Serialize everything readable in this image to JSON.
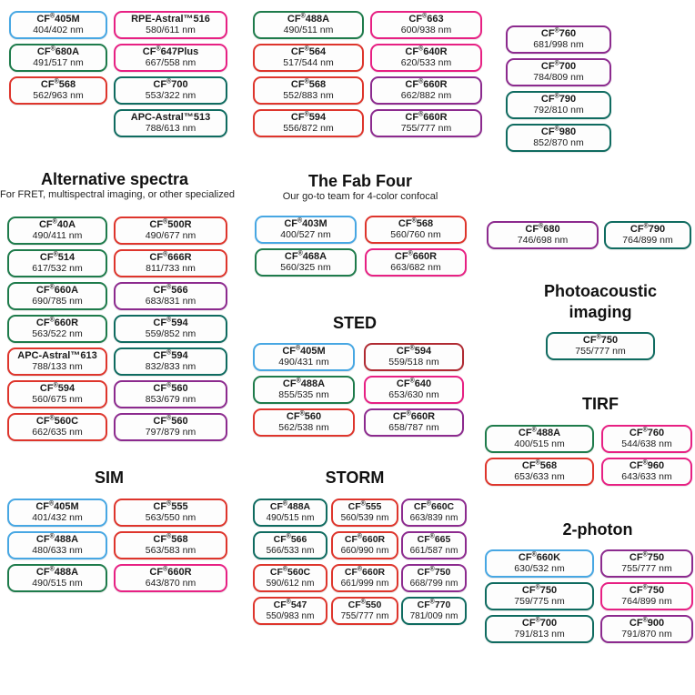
{
  "palette": {
    "blue": "#47A7E3",
    "green": "#1E7B4B",
    "teal": "#0F6B60",
    "red": "#DE352C",
    "darkred": "#B02A32",
    "pink": "#E72083",
    "purple": "#8C2A8E"
  },
  "top": {
    "col1": [
      {
        "name": "CF®405M",
        "nm": "404/402 nm",
        "color": "blue"
      },
      {
        "name": "CF®680A",
        "nm": "491/517 nm",
        "color": "green"
      },
      {
        "name": "CF®568",
        "nm": "562/963 nm",
        "color": "red"
      }
    ],
    "col2": [
      {
        "name": "RPE-Astral™516",
        "nm": "580/611 nm",
        "color": "pink"
      },
      {
        "name": "CF®647Plus",
        "nm": "667/558 nm",
        "color": "pink"
      },
      {
        "name": "CF®700",
        "nm": "553/322 nm",
        "color": "teal"
      },
      {
        "name": "APC-Astral™513",
        "nm": "788/613 nm",
        "color": "teal"
      }
    ],
    "col3": [
      {
        "name": "CF®488A",
        "nm": "490/511 nm",
        "color": "green"
      },
      {
        "name": "CF®564",
        "nm": "517/544 nm",
        "color": "red"
      },
      {
        "name": "CF®568",
        "nm": "552/883 nm",
        "color": "red"
      },
      {
        "name": "CF®594",
        "nm": "556/872 nm",
        "color": "red"
      }
    ],
    "col4": [
      {
        "name": "CF®663",
        "nm": "600/938 nm",
        "color": "pink"
      },
      {
        "name": "CF®640R",
        "nm": "620/533 nm",
        "color": "pink"
      },
      {
        "name": "CF®660R",
        "nm": "662/882 nm",
        "color": "purple"
      },
      {
        "name": "CF®660R",
        "nm": "755/777 nm",
        "color": "purple"
      }
    ],
    "col5": [
      {
        "name": "CF®760",
        "nm": "681/998 nm",
        "color": "purple"
      },
      {
        "name": "CF®700",
        "nm": "784/809 nm",
        "color": "purple"
      },
      {
        "name": "CF®790",
        "nm": "792/810 nm",
        "color": "teal"
      },
      {
        "name": "CF®980",
        "nm": "852/870 nm",
        "color": "teal"
      }
    ]
  },
  "sections": {
    "alternative": {
      "title": "Alternative spectra",
      "subtitle": "For FRET, multispectral imaging, or other specialized",
      "left": [
        {
          "name": "CF®40A",
          "nm": "490/411 nm",
          "color": "green"
        },
        {
          "name": "CF®514",
          "nm": "617/532 nm",
          "color": "green"
        },
        {
          "name": "CF®660A",
          "nm": "690/785 nm",
          "color": "green"
        },
        {
          "name": "CF®660R",
          "nm": "563/522 nm",
          "color": "green"
        },
        {
          "name": "APC-Astral™613",
          "nm": "788/133 nm",
          "color": "red"
        },
        {
          "name": "CF®594",
          "nm": "560/675 nm",
          "color": "red"
        },
        {
          "name": "CF®560C",
          "nm": "662/635 nm",
          "color": "red"
        }
      ],
      "right": [
        {
          "name": "CF®500R",
          "nm": "490/677 nm",
          "color": "red"
        },
        {
          "name": "CF®666R",
          "nm": "811/733 nm",
          "color": "red"
        },
        {
          "name": "CF®566",
          "nm": "683/831 nm",
          "color": "purple"
        },
        {
          "name": "CF®594",
          "nm": "559/852 nm",
          "color": "teal"
        },
        {
          "name": "CF®594",
          "nm": "832/833 nm",
          "color": "teal"
        },
        {
          "name": "CF®560",
          "nm": "853/679 nm",
          "color": "purple"
        },
        {
          "name": "CF®560",
          "nm": "797/879 nm",
          "color": "purple"
        }
      ]
    },
    "fabfour": {
      "title": "The Fab Four",
      "subtitle": "Our go-to team for 4-color confocal",
      "left": [
        {
          "name": "CF®403M",
          "nm": "400/527 nm",
          "color": "blue"
        },
        {
          "name": "CF®468A",
          "nm": "560/325 nm",
          "color": "green"
        }
      ],
      "right": [
        {
          "name": "CF®568",
          "nm": "560/760 nm",
          "color": "red"
        },
        {
          "name": "CF®660R",
          "nm": "663/682 nm",
          "color": "pink"
        }
      ]
    },
    "sted": {
      "title": "STED",
      "left": [
        {
          "name": "CF®405M",
          "nm": "490/431 nm",
          "color": "blue"
        },
        {
          "name": "CF®488A",
          "nm": "855/535 nm",
          "color": "green"
        },
        {
          "name": "CF®560",
          "nm": "562/538 nm",
          "color": "red"
        }
      ],
      "right": [
        {
          "name": "CF®594",
          "nm": "559/518 nm",
          "color": "darkred"
        },
        {
          "name": "CF®640",
          "nm": "653/630 nm",
          "color": "pink"
        },
        {
          "name": "CF®660R",
          "nm": "658/787 nm",
          "color": "purple"
        }
      ]
    },
    "sim": {
      "title": "SIM",
      "left": [
        {
          "name": "CF®405M",
          "nm": "401/432 nm",
          "color": "blue"
        },
        {
          "name": "CF®488A",
          "nm": "480/633 nm",
          "color": "blue"
        },
        {
          "name": "CF®488A",
          "nm": "490/515 nm",
          "color": "green"
        }
      ],
      "right": [
        {
          "name": "CF®555",
          "nm": "563/550 nm",
          "color": "red"
        },
        {
          "name": "CF®568",
          "nm": "563/583 nm",
          "color": "red"
        },
        {
          "name": "CF®660R",
          "nm": "643/870 nm",
          "color": "pink"
        }
      ]
    },
    "storm": {
      "title": "STORM",
      "col1": [
        {
          "name": "CF®488A",
          "nm": "490/515 nm",
          "color": "teal"
        },
        {
          "name": "CF®566",
          "nm": "566/533 nm",
          "color": "teal"
        },
        {
          "name": "CF®560C",
          "nm": "590/612 nm",
          "color": "red"
        },
        {
          "name": "CF®547",
          "nm": "550/983 nm",
          "color": "red"
        }
      ],
      "col2": [
        {
          "name": "CF®555",
          "nm": "560/539 nm",
          "color": "red"
        },
        {
          "name": "CF®660R",
          "nm": "660/990 nm",
          "color": "red"
        },
        {
          "name": "CF®660R",
          "nm": "661/999 nm",
          "color": "red"
        },
        {
          "name": "CF®550",
          "nm": "755/777 nm",
          "color": "red"
        }
      ],
      "col3": [
        {
          "name": "CF®660C",
          "nm": "663/839 nm",
          "color": "purple"
        },
        {
          "name": "CF®665",
          "nm": "661/587 nm",
          "color": "purple"
        },
        {
          "name": "CF®750",
          "nm": "668/799 nm",
          "color": "purple"
        },
        {
          "name": "CF®770",
          "nm": "781/009 nm",
          "color": "teal"
        }
      ]
    },
    "nir_pair": {
      "left": [
        {
          "name": "CF®680",
          "nm": "746/698 nm",
          "color": "purple"
        }
      ],
      "right": [
        {
          "name": "CF®790",
          "nm": "764/899 nm",
          "color": "teal"
        }
      ]
    },
    "photoacoustic": {
      "title": "Photoacoustic imaging",
      "pills": [
        {
          "name": "CF®750",
          "nm": "755/777 nm",
          "color": "teal"
        }
      ]
    },
    "tirf": {
      "title": "TIRF",
      "left": [
        {
          "name": "CF®488A",
          "nm": "400/515 nm",
          "color": "green"
        },
        {
          "name": "CF®568",
          "nm": "653/633 nm",
          "color": "red"
        }
      ],
      "right": [
        {
          "name": "CF®760",
          "nm": "544/638 nm",
          "color": "pink"
        },
        {
          "name": "CF®960",
          "nm": "643/633 nm",
          "color": "pink"
        }
      ]
    },
    "twophoton": {
      "title": "2-photon",
      "left": [
        {
          "name": "CF®660K",
          "nm": "630/532 nm",
          "color": "blue"
        },
        {
          "name": "CF®750",
          "nm": "759/775 nm",
          "color": "teal"
        },
        {
          "name": "CF®700",
          "nm": "791/813 nm",
          "color": "teal"
        }
      ],
      "right": [
        {
          "name": "CF®750",
          "nm": "755/777 nm",
          "color": "purple"
        },
        {
          "name": "CF®750",
          "nm": "764/899 nm",
          "color": "pink"
        },
        {
          "name": "CF®900",
          "nm": "791/870 nm",
          "color": "purple"
        }
      ]
    }
  }
}
